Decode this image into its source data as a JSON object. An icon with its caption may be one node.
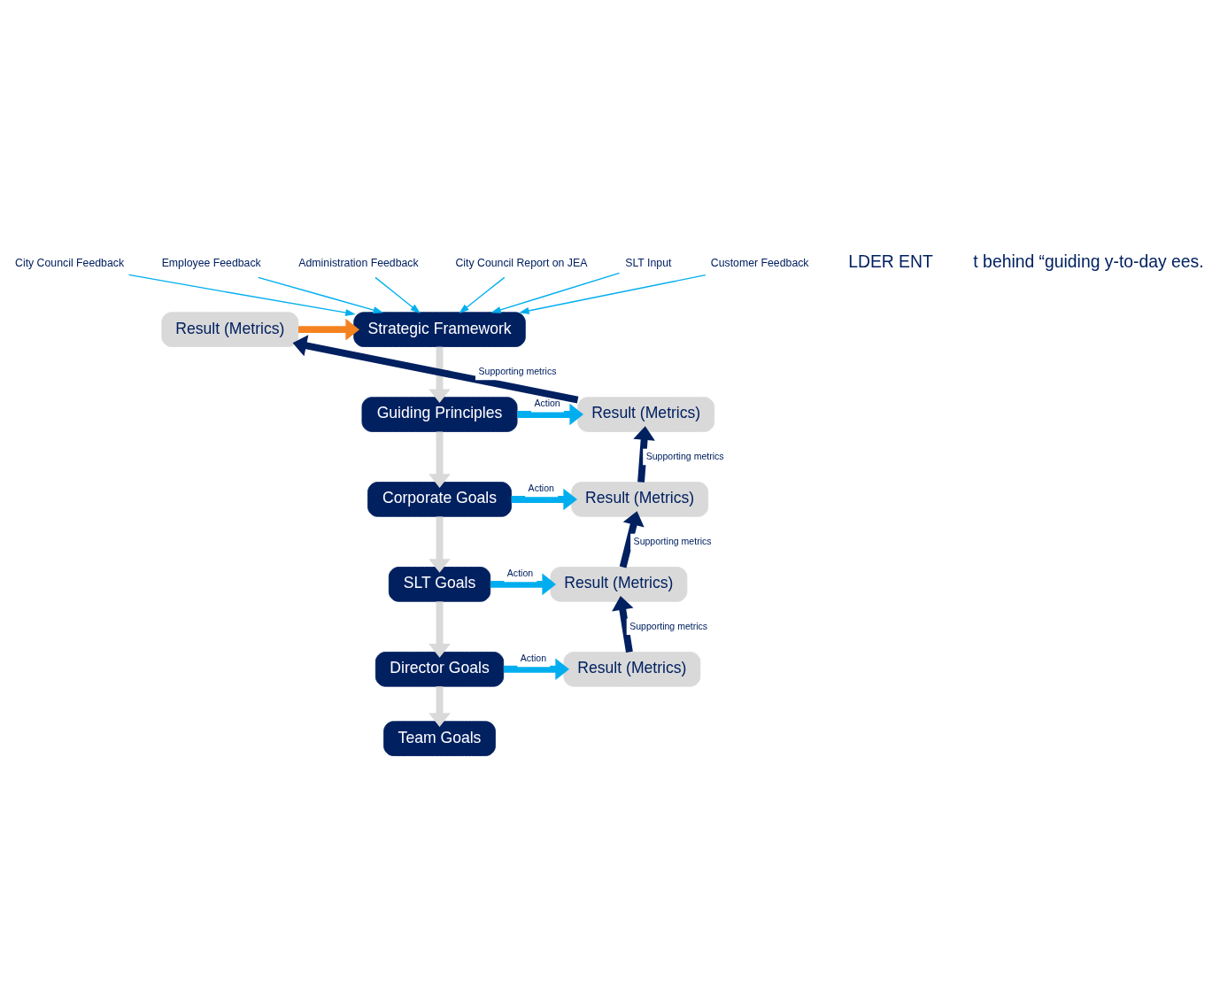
{
  "diagram": {
    "nodes": [
      {
        "text": [
          "Strategic Framework"
        ]
      },
      {
        "text": [
          "Result (Metrics)"
        ]
      },
      {
        "text": [
          "Guiding Principles"
        ]
      },
      {
        "text": [
          "Result (Metrics)"
        ]
      },
      {
        "text": [
          "Corporate Goals"
        ]
      },
      {
        "text": [
          "Result (Metrics)"
        ]
      },
      {
        "text": [
          "SLT Goals"
        ]
      },
      {
        "text": [
          "Result (Metrics)"
        ]
      },
      {
        "text": [
          "Director Goals"
        ]
      },
      {
        "text": [
          "Result (Metrics)"
        ]
      },
      {
        "text": [
          "Team Goals"
        ]
      },
      {
        "text": [
          "City Council Feedback"
        ]
      },
      {
        "text": [
          "Employee Feedback"
        ]
      },
      {
        "text": [
          "Administration Feedback"
        ]
      },
      {
        "text": [
          "City Council Report on JEA"
        ]
      },
      {
        "text": [
          "SLT Input"
        ]
      },
      {
        "text": [
          "Customer Feedback"
        ]
      }
    ],
    "edges": [
      {
        "from": 11,
        "to": 0,
        "arrow": "to"
      },
      {
        "from": 12,
        "to": 0,
        "arrow": "to"
      },
      {
        "from": 13,
        "to": 0,
        "arrow": "to"
      },
      {
        "from": 14,
        "to": 0,
        "arrow": "to"
      },
      {
        "from": 15,
        "to": 0,
        "arrow": "to"
      },
      {
        "from": 16,
        "to": 0,
        "arrow": "to"
      },
      {
        "from": 1,
        "to": 0,
        "arrow": "to",
        "color": "#f58220"
      },
      {
        "from": 0,
        "to": 2,
        "arrow": "to",
        "color": "#d9d9d9"
      },
      {
        "from": 2,
        "to": 3,
        "arrow": "to",
        "label": "Action"
      },
      {
        "from": 3,
        "to": 1,
        "arrow": "to",
        "label": "Supporting metrics",
        "color": "#002060"
      },
      {
        "from": 2,
        "to": 4,
        "arrow": "to",
        "color": "#d9d9d9"
      },
      {
        "from": 4,
        "to": 5,
        "arrow": "to",
        "label": "Action"
      },
      {
        "from": 5,
        "to": 3,
        "arrow": "to",
        "label": "Supporting metrics",
        "color": "#002060"
      },
      {
        "from": 4,
        "to": 6,
        "arrow": "to",
        "color": "#d9d9d9"
      },
      {
        "from": 6,
        "to": 7,
        "arrow": "to",
        "label": "Action"
      },
      {
        "from": 7,
        "to": 5,
        "arrow": "to",
        "label": "Supporting metrics",
        "color": "#002060"
      },
      {
        "from": 6,
        "to": 8,
        "arrow": "to",
        "color": "#d9d9d9"
      },
      {
        "from": 8,
        "to": 9,
        "arrow": "to",
        "label": "Action"
      },
      {
        "from": 9,
        "to": 7,
        "arrow": "to",
        "label": "Supporting metrics",
        "color": "#002060"
      },
      {
        "from": 8,
        "to": 10,
        "arrow": "to",
        "color": "#d9d9d9"
      }
    ],
    "labels": [
      "LDER ENT",
      "t behind “guiding y-to-day ees."
    ]
  }
}
